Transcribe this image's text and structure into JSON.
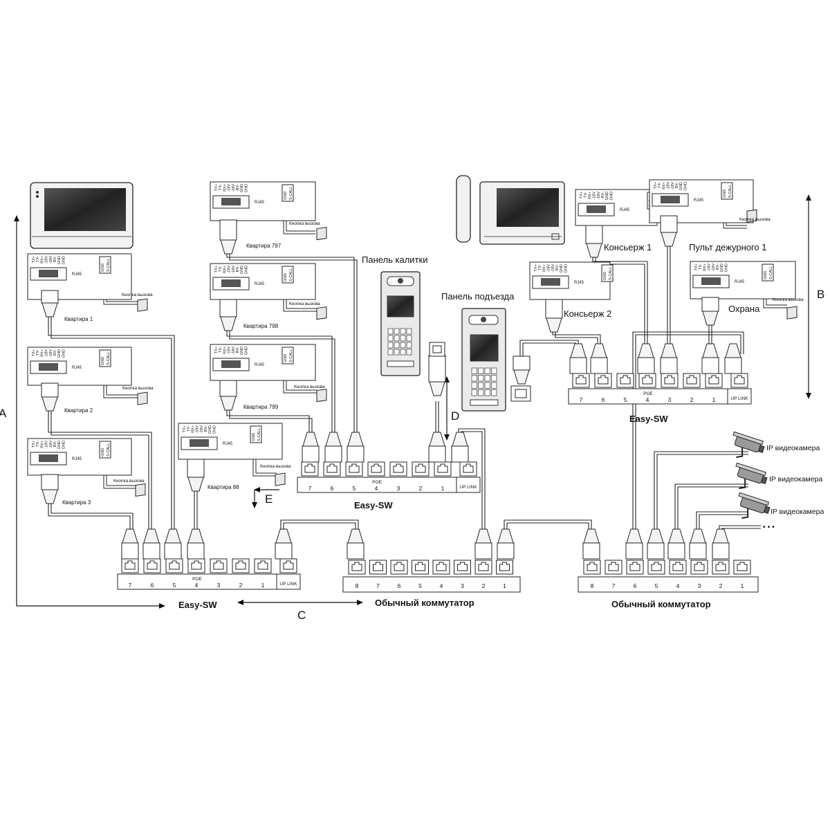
{
  "terminal_pins": [
    "TX+",
    "TX-",
    "RX+",
    "-18V",
    "-18V",
    "RX-",
    "GND",
    "GND"
  ],
  "modules": {
    "rj45": "RJ45",
    "gnd": "GND",
    "scall": "S-CALL",
    "call_button": "Кнопка вызова"
  },
  "apartments": {
    "a1": "Квартира 1",
    "a2": "Квартира 2",
    "a3": "Квартира 3",
    "a797": "Квартира 797",
    "a798": "Квартира 798",
    "a799": "Квартира 799",
    "a88": "Квартира 88"
  },
  "devices": {
    "gate_panel": "Панель калитки",
    "entrance_panel": "Панель подъезда",
    "concierge1": "Консьерж 1",
    "concierge2": "Консьерж 2",
    "duty_console": "Пульт дежурного 1",
    "security": "Охрана",
    "ip_camera": "IP видеокамера",
    "more": "• • •"
  },
  "switches": {
    "easy_sw": "Easy-SW",
    "regular": "Обычный коммутатор",
    "poe": "POE",
    "uplink": "UP LINK",
    "easy_ports": [
      "7",
      "6",
      "5",
      "4",
      "3",
      "2",
      "1"
    ],
    "regular_ports": [
      "8",
      "7",
      "6",
      "5",
      "4",
      "3",
      "2",
      "1"
    ]
  },
  "distances": {
    "a": "A",
    "b": "B",
    "c": "C",
    "d": "D",
    "e": "E"
  }
}
